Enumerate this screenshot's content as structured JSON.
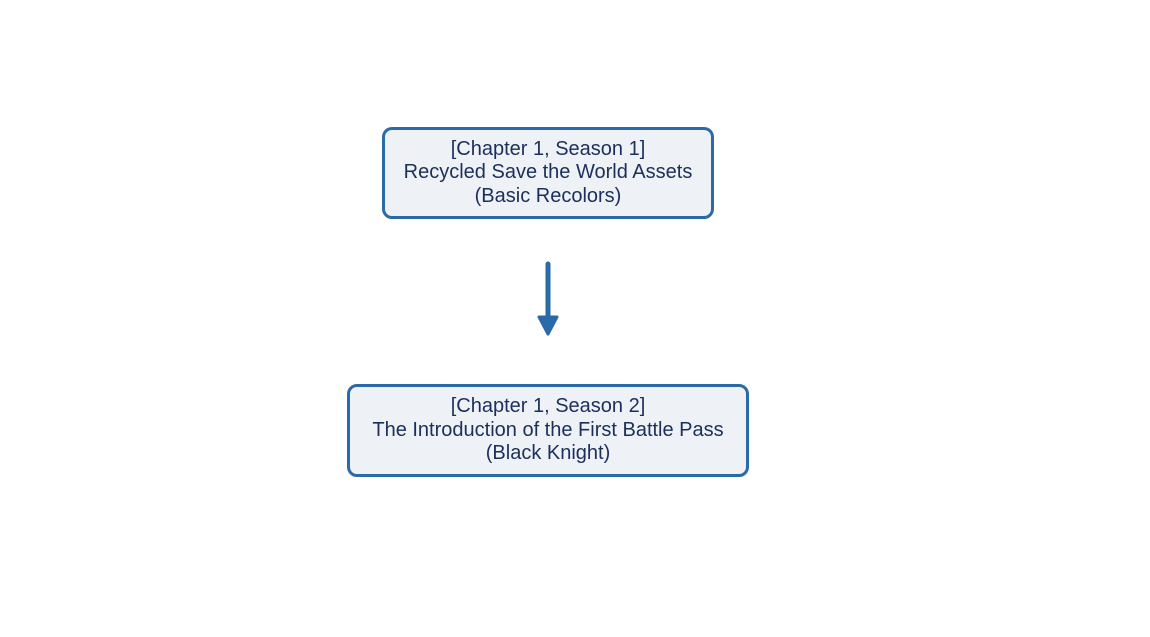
{
  "diagram": {
    "accent_color": "#2b6aa8",
    "fill_color": "#eef2f7",
    "text_color": "#1a2f5a",
    "nodes": [
      {
        "line1": "[Chapter 1, Season 1]",
        "line2": "Recycled Save the World Assets",
        "line3": "(Basic Recolors)"
      },
      {
        "line1": "[Chapter 1, Season 2]",
        "line2": "The Introduction of the First Battle Pass",
        "line3": "(Black Knight)"
      }
    ],
    "edges": [
      {
        "from": 0,
        "to": 1,
        "style": "arrow-down"
      }
    ]
  }
}
